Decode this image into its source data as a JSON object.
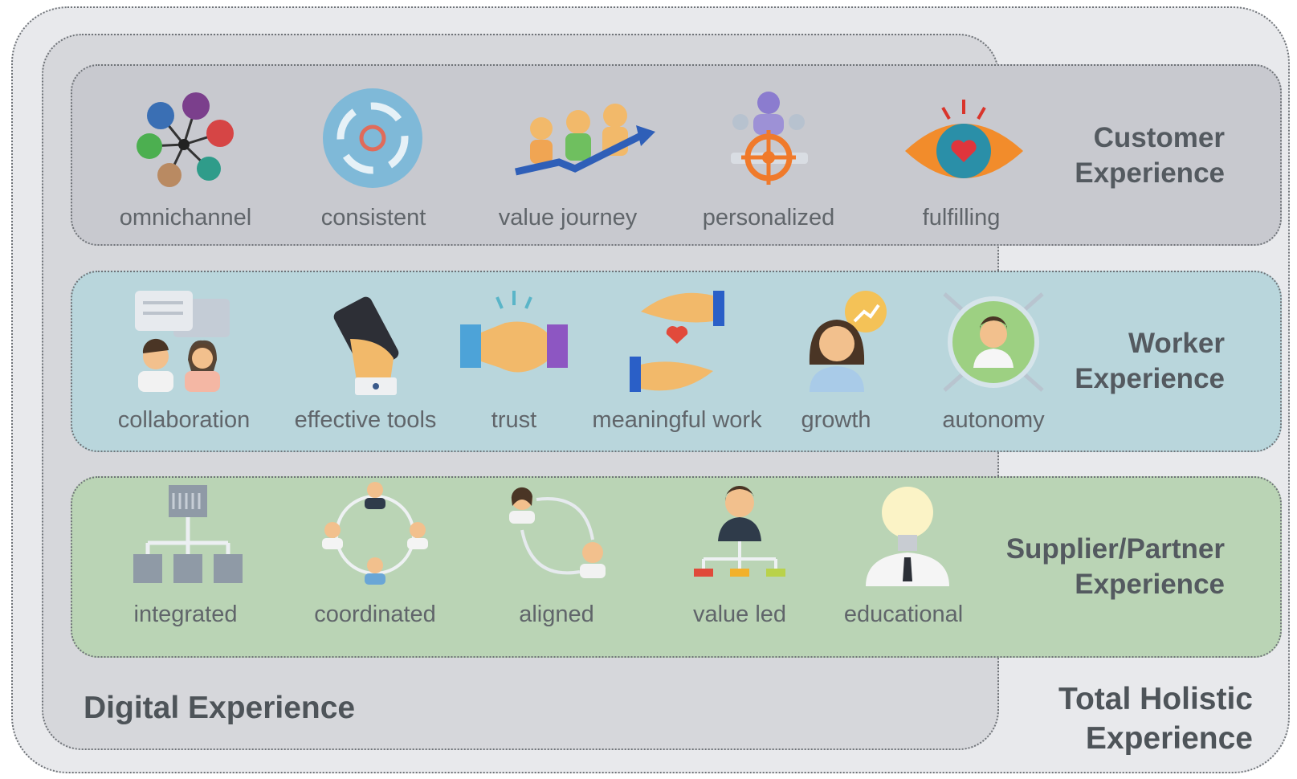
{
  "total": {
    "title": "Total Holistic Experience"
  },
  "digital": {
    "title": "Digital Experience"
  },
  "customer": {
    "title": "Customer Experience",
    "items": [
      {
        "label": "omnichannel",
        "icon": "omnichannel-icon"
      },
      {
        "label": "consistent",
        "icon": "cycle-target-icon"
      },
      {
        "label": "value journey",
        "icon": "growth-arrow-people-icon"
      },
      {
        "label": "personalized",
        "icon": "target-person-icon"
      },
      {
        "label": "fulfilling",
        "icon": "eye-heart-icon"
      }
    ]
  },
  "worker": {
    "title": "Worker Experience",
    "items": [
      {
        "label": "collaboration",
        "icon": "chat-people-icon"
      },
      {
        "label": "effective tools",
        "icon": "phone-hand-icon"
      },
      {
        "label": "trust",
        "icon": "handshake-icon"
      },
      {
        "label": "meaningful work",
        "icon": "hands-heart-icon"
      },
      {
        "label": "growth",
        "icon": "woman-growth-icon"
      },
      {
        "label": "autonomy",
        "icon": "person-expand-icon"
      }
    ]
  },
  "supplier": {
    "title": "Supplier/Partner Experience",
    "items": [
      {
        "label": "integrated",
        "icon": "server-network-icon"
      },
      {
        "label": "coordinated",
        "icon": "people-circle-icon"
      },
      {
        "label": "aligned",
        "icon": "people-cycle-icon"
      },
      {
        "label": "value led",
        "icon": "leader-hierarchy-icon"
      },
      {
        "label": "educational",
        "icon": "lightbulb-head-icon"
      }
    ]
  }
}
